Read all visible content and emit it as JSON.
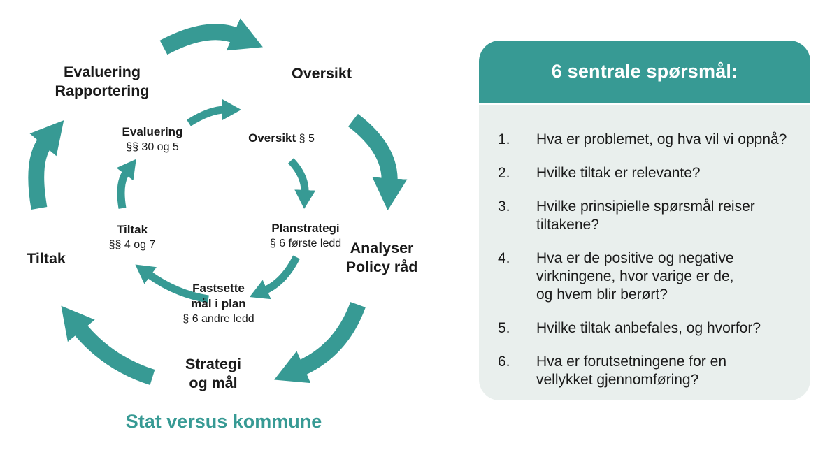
{
  "colors": {
    "teal": "#379A94",
    "panel_body": "#E9EFED",
    "text": "#1A1A1A",
    "panel_title_text": "#FFFFFF"
  },
  "diagram": {
    "outer": {
      "evaluering": {
        "line1": "Evaluering",
        "line2": "Rapportering"
      },
      "oversikt": {
        "line1": "Oversikt"
      },
      "analyser": {
        "line1": "Analyser",
        "line2": "Policy råd"
      },
      "strategi": {
        "line1": "Strategi",
        "line2": "og mål"
      },
      "tiltak": {
        "line1": "Tiltak"
      }
    },
    "inner": {
      "evaluering": {
        "title": "Evaluering",
        "sub": "§§ 30 og 5"
      },
      "oversikt": {
        "title": "Oversikt",
        "sub": "§ 5"
      },
      "planstrategi": {
        "title": "Planstrategi",
        "sub": "§ 6 første ledd"
      },
      "fastsette": {
        "title1": "Fastsette",
        "title2": "mål i plan",
        "sub": "§ 6 andre ledd"
      },
      "tiltak": {
        "title": "Tiltak",
        "sub": "§§ 4 og 7"
      }
    },
    "arrows": [
      "outer-arrow-evaluering-to-oversikt",
      "outer-arrow-oversikt-to-analyser",
      "outer-arrow-analyser-to-strategi",
      "outer-arrow-strategi-to-tiltak",
      "outer-arrow-tiltak-to-evaluering",
      "inner-arrow-evaluering-to-oversikt",
      "inner-arrow-oversikt-to-planstrategi",
      "inner-arrow-planstrategi-to-fastsette",
      "inner-arrow-fastsette-to-tiltak",
      "inner-arrow-tiltak-to-evaluering"
    ],
    "caption": "Stat versus kommune"
  },
  "panel": {
    "title": "6 sentrale spørsmål:",
    "items": [
      {
        "num": "1.",
        "text": "Hva er problemet, og hva vil vi oppnå?"
      },
      {
        "num": "2.",
        "text": "Hvilke tiltak er relevante?"
      },
      {
        "num": "3.",
        "text": "Hvilke prinsipielle spørsmål reiser\ntiltakene?"
      },
      {
        "num": "4.",
        "text": "Hva er de positive og negative\nvirkningene, hvor varige er de,\nog hvem blir berørt?"
      },
      {
        "num": "5.",
        "text": "Hvilke tiltak anbefales, og hvorfor?"
      },
      {
        "num": "6.",
        "text": "Hva er forutsetningene for en\nvellykket gjennomføring?"
      }
    ]
  }
}
